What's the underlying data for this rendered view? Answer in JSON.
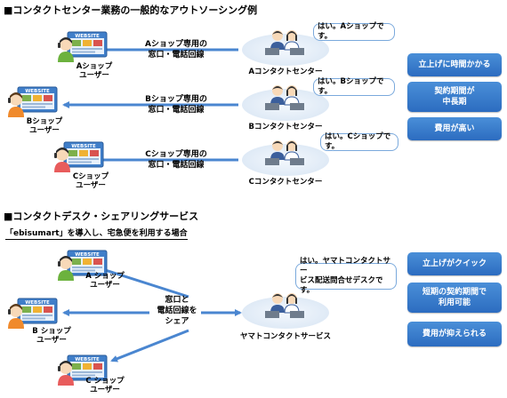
{
  "section1": {
    "title": "■コンタクトセンター業務の一般的なアウトソーシング例",
    "rows": [
      {
        "user": "Aショップ\nユーザー",
        "line": "Aショップ専用の\n窓口・電話回線",
        "center": "Aコンタクトセンター",
        "bubble": "はい。Aショップです。"
      },
      {
        "user": "Bショップ\nユーザー",
        "line": "Bショップ専用の\n窓口・電話回線",
        "center": "Bコンタクトセンター",
        "bubble": "はい。Bショップです。"
      },
      {
        "user": "Cショップ\nユーザー",
        "line": "Cショップ専用の\n窓口・電話回線",
        "center": "Cコンタクトセンター",
        "bubble": "はい。Cショップです。"
      }
    ],
    "badges": [
      "立上げに時間かかる",
      "契約期間が\n中長期",
      "費用が高い"
    ]
  },
  "section2": {
    "title": "■コンタクトデスク・シェアリングサービス",
    "subtitle": "「ebisumart」を導入し、宅急便を利用する場合",
    "users": [
      "A ショップ\nユーザー",
      "B ショップ\nユーザー",
      "C ショップ\nユーザー"
    ],
    "share": "窓口と\n電話回線を\nシェア",
    "center": "ヤマトコンタクトサービス",
    "bubble": "はい。ヤマトコンタクトサー\nビス配送問合せデスクです。",
    "badges": [
      "立上げがクイック",
      "短期の契約期間で\n利用可能",
      "費用が抑えられる"
    ]
  },
  "icons": {
    "monitor": "website-monitor-icon",
    "person": "headset-operator-icon",
    "operators": "contact-center-operators-icon"
  },
  "monitor_word": "WEBSITE",
  "colors": {
    "accent": "#2c6cc0",
    "arrow": "#4a86d0",
    "bubble_border": "#7aa9dc"
  }
}
